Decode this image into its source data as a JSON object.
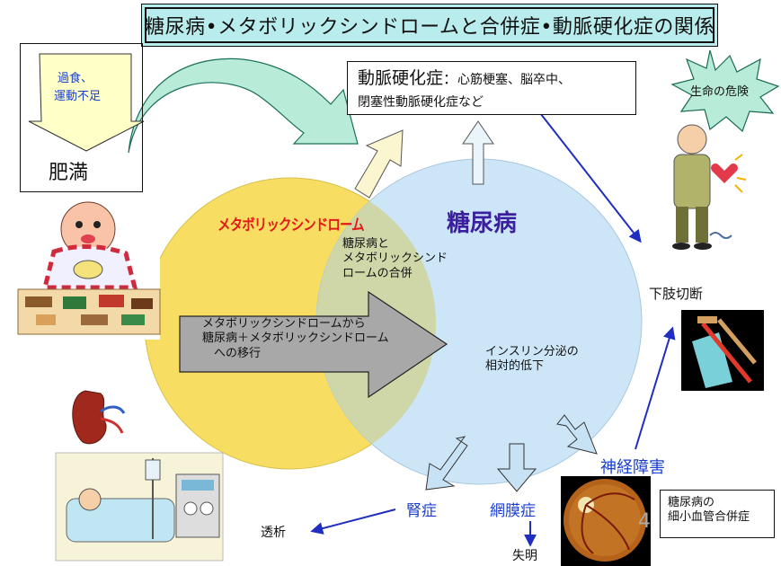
{
  "title": "糖尿病•メタボリックシンドロームと合併症•動脈硬化症の関係",
  "cause": {
    "line1": "過食、",
    "line2": "運動不足",
    "result": "肥満"
  },
  "arteriosclerosis": {
    "head": "動脈硬化症",
    "sep": "：",
    "line1_rest": "心筋梗塞、脳卒中、",
    "line2": "閉塞性動脈硬化症など"
  },
  "danger": "生命の危険",
  "metabolic_label": "メタボリックシンドローム",
  "diabetes_label": "糖尿病",
  "overlap_label": "糖尿病と\nメタボリックシンド\nロームの合併",
  "transition_label": "メタボリックシンドロームから\n糖尿病＋メタボリックシンドローム\n　への移行",
  "insulin_label": "インスリン分泌の\n相対的低下",
  "amputation": "下肢切断",
  "nephropathy": "腎症",
  "retinopathy": "網膜症",
  "neuropathy": "神経障害",
  "dialysis": "透析",
  "blindness": "失明",
  "microvascular": "糖尿病の\n細小血管合併症",
  "page_number": "4",
  "colors": {
    "title_bg": "#b9ecec",
    "metabolic_circle": "#f7dd62",
    "diabetes_circle": "#cde6f7",
    "metabolic_text": "#e21a1a",
    "diabetes_text": "#3b1f9e",
    "complication_text": "#1a3fd0",
    "arrow_blue": "#1f2dc0",
    "gray_arrow": "#a8a8a8",
    "green_arrow": "#b9ecd8"
  }
}
